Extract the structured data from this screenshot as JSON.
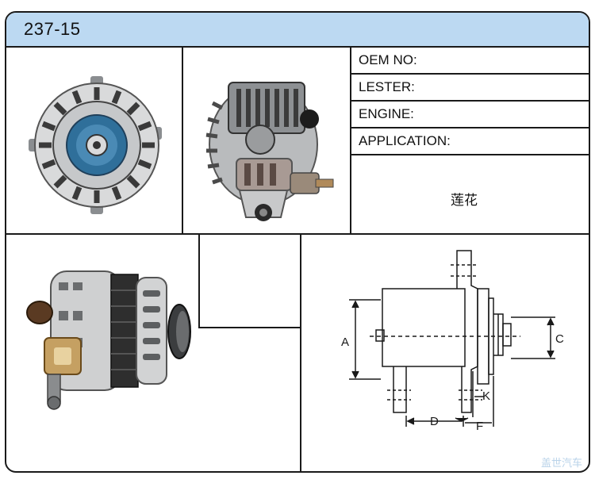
{
  "header": {
    "title": "237-15"
  },
  "specs": {
    "oem_label": "OEM NO:",
    "lester_label": "LESTER:",
    "engine_label": "ENGINE:",
    "application_label": "APPLICATION:",
    "application_value": "莲花"
  },
  "diagram": {
    "label_a": "A",
    "label_c": "C",
    "label_d": "D",
    "label_f": "F",
    "label_k": "K"
  },
  "watermark": "盖世汽车"
}
